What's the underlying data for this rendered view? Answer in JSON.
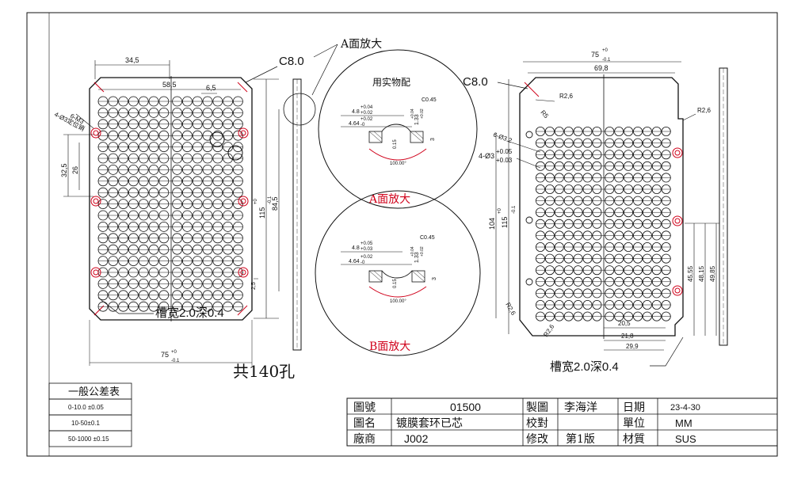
{
  "drawing": {
    "left_view": {
      "dims": {
        "top_width": "34,5",
        "inner_width": "58,5",
        "pitch": "6,5",
        "slot_screw": "6-M3",
        "locating_hole": "4-Ø3定位销",
        "h_32": "32,5",
        "h_26": "26",
        "height_115_main": "115",
        "height_115_tol_top": "+0",
        "height_115_tol_bottom": "-0.1",
        "height_84": "84,5",
        "small_25": "2,5",
        "width_75_main": "75",
        "width_75_tol_top": "+0",
        "width_75_tol_bottom": "-0.1"
      },
      "chamfer": "C8.0",
      "groove_note": "槽宽2.0深0.4",
      "hole_count": "共140孔"
    },
    "detail_a": {
      "callout": "A面放大",
      "note": "用实物配",
      "d1_main": "4.8",
      "d1_top": "+0.04",
      "d1_bottom": "+0.02",
      "d2_main": "4.64",
      "d2_top": "+0.02",
      "d2_bottom": "-0",
      "chamfer": "C0.45",
      "v_main": "1.33",
      "v_top": "+0.04",
      "v_bottom": "+0.02",
      "depth": "3",
      "small": "0.15",
      "angle": "100.00°",
      "title": "A面放大"
    },
    "detail_b": {
      "d1_main": "4.8",
      "d1_top": "+0.05",
      "d1_bottom": "+0.03",
      "d2_main": "4.64",
      "d2_top": "+0.02",
      "d2_bottom": "-0",
      "chamfer": "C0.45",
      "v_main": "1.33",
      "v_top": "+0.04",
      "v_bottom": "+0.02",
      "depth": "3",
      "small": "0.15",
      "angle": "100.00°",
      "title": "B面放大"
    },
    "right_view": {
      "chamfer": "C8.0",
      "width_75_main": "75",
      "width_75_tol_top": "+0",
      "width_75_tol_bottom": "-0.1",
      "width_69": "69,8",
      "r26_a": "R2,6",
      "r26_b": "R2,6",
      "r26_c": "R2,6",
      "r26_d": "R2,6",
      "r5": "R5",
      "hole_6": "6-Ø3.2",
      "hole_4_main": "4-Ø3",
      "hole_4_top": "+0.05",
      "hole_4_bottom": "+0.03",
      "h_104": "104",
      "h_115_main": "115",
      "h_115_tol_top": "+0",
      "h_115_tol_bottom": "-0.1",
      "h_4555": "45,55",
      "h_4815": "48,15",
      "h_4985": "49,85",
      "w_205": "20,5",
      "w_218": "21,8",
      "w_299": "29,9",
      "groove_note": "槽宽2.0深0.4"
    }
  },
  "tolerance_table": {
    "title": "一般公差表",
    "rows": [
      "0-10.0 ±0.05",
      "10-50±0.1",
      "50-1000 ±0.15"
    ]
  },
  "title_block": {
    "drawing_no_label": "圖號",
    "drawing_no": "01500",
    "name_label": "圖名",
    "name": "镀膜套环已芯",
    "vendor_label": "廠商",
    "vendor": "J002",
    "drawn_label": "製圖",
    "drawn_by": "李海洋",
    "check_label": "校對",
    "check_by": "",
    "rev_label": "修改",
    "revision": "第1版",
    "date_label": "日期",
    "date": "23-4-30",
    "unit_label": "單位",
    "unit": "MM",
    "material_label": "材質",
    "material": "SUS"
  },
  "colors": {
    "line": "#111111",
    "accent_red": "#d0021b"
  }
}
